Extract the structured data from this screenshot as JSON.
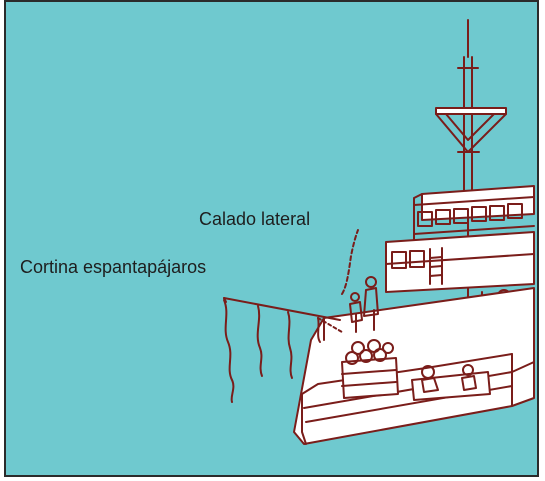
{
  "figure": {
    "background_color": "#6fc9cf",
    "ink_color": "#7a1d1a",
    "labels": {
      "side_setting": "Calado lateral",
      "bird_scaring_curtain": "Cortina espantapájaros"
    },
    "content": [
      "fishing-boat",
      "bird-scaring-line",
      "fishing-crew",
      "mast"
    ]
  }
}
